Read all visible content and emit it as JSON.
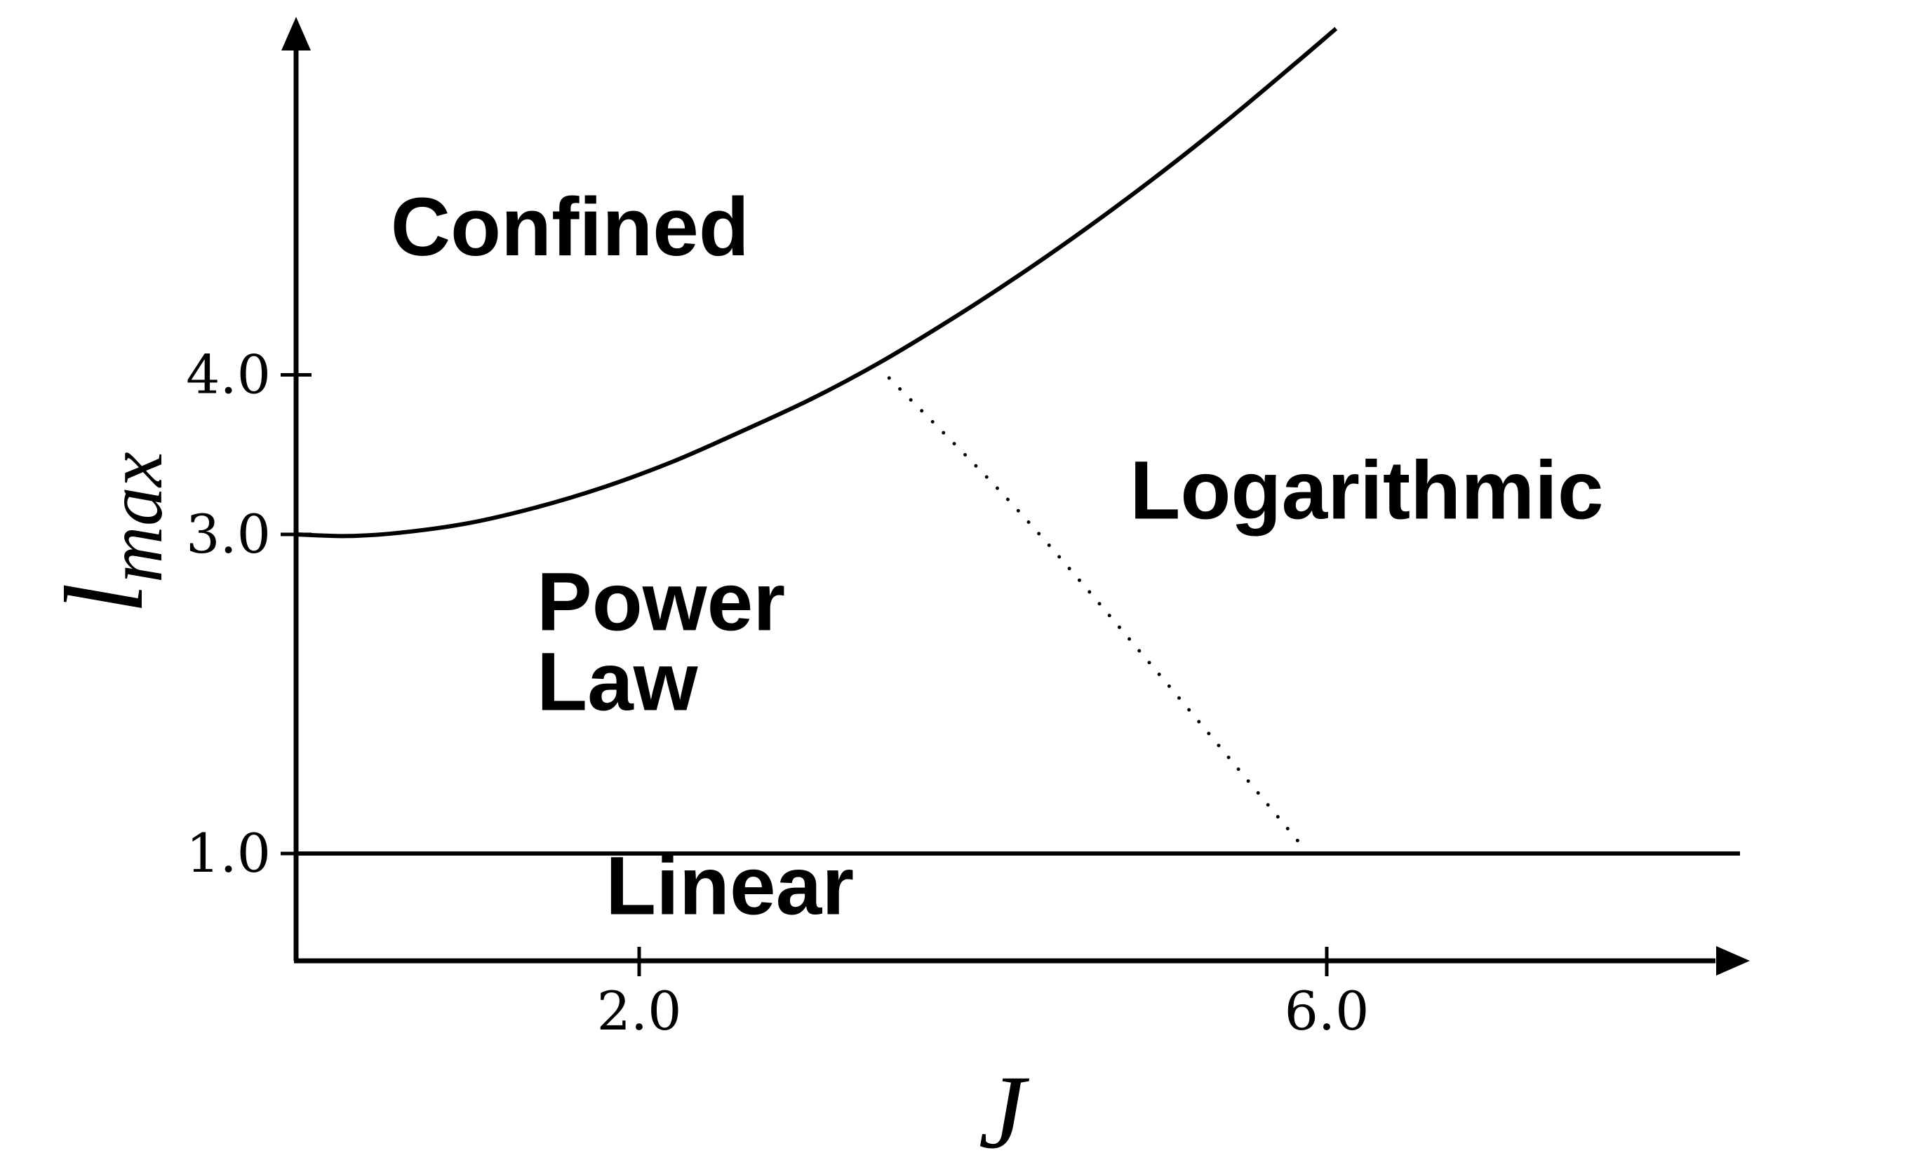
{
  "chart_data": {
    "type": "line",
    "xlabel": "J",
    "ylabel_main": "l",
    "ylabel_sub": "max",
    "x_ticks": [
      {
        "value": 2.0,
        "label": "2.0"
      },
      {
        "value": 6.0,
        "label": "6.0"
      }
    ],
    "y_ticks": [
      {
        "value": 1.0,
        "label": "1.0"
      },
      {
        "value": 3.0,
        "label": "3.0"
      },
      {
        "value": 4.0,
        "label": "4.0"
      }
    ],
    "xlim": [
      -0.05,
      8.45
    ],
    "ylim": [
      0.35,
      6.2
    ],
    "series": [
      {
        "style": "solid",
        "x": [
          0.0,
          0.3,
          0.6,
          1.0,
          1.4,
          1.8,
          2.2,
          2.6,
          3.0,
          3.4,
          3.8,
          4.2,
          4.6,
          5.0,
          5.4,
          5.8,
          6.05
        ],
        "y": [
          3.0,
          2.99,
          3.01,
          3.07,
          3.17,
          3.3,
          3.46,
          3.65,
          3.85,
          4.08,
          4.34,
          4.62,
          4.92,
          5.24,
          5.58,
          5.94,
          6.17
        ]
      },
      {
        "style": "solid",
        "x": [
          0.0,
          8.4
        ],
        "y": [
          1.0,
          1.0
        ]
      },
      {
        "style": "dotted",
        "x": [
          3.45,
          4.2,
          5.0,
          5.85
        ],
        "y": [
          3.98,
          3.15,
          2.15,
          1.05
        ]
      }
    ],
    "regions": [
      {
        "label": "Confined",
        "x": 0.55,
        "y": 4.75
      },
      {
        "label": "Logarithmic",
        "x": 4.85,
        "y": 3.1
      },
      {
        "label": "Power",
        "x": 1.4,
        "y": 2.4
      },
      {
        "label": "Law",
        "x": 1.4,
        "y": 1.9
      },
      {
        "label": "Linear",
        "x": 1.8,
        "y": 0.62
      }
    ]
  }
}
